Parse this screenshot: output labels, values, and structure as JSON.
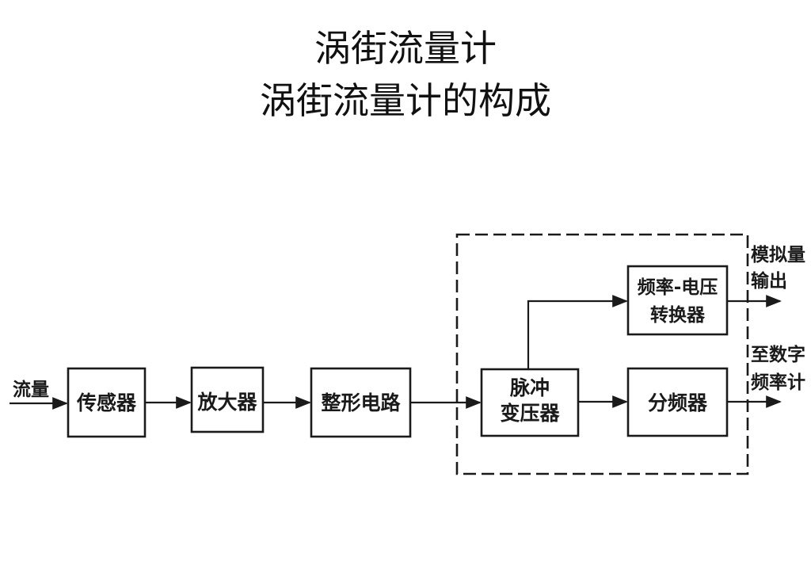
{
  "title": "涡街流量计",
  "subtitle": "涡街流量计的构成",
  "diagram": {
    "input_label": "流量",
    "blocks": {
      "sensor": "传感器",
      "amplifier": "放大器",
      "shaping": "整形电路",
      "pulse_line1": "脉冲",
      "pulse_line2": "变压器",
      "fv_line1": "频率-电压",
      "fv_line2": "转换器",
      "divider": "分频器"
    },
    "outputs": {
      "analog_line1": "模拟量",
      "analog_line2": "输出",
      "freq_line1": "至数字",
      "freq_line2": "频率计"
    }
  }
}
